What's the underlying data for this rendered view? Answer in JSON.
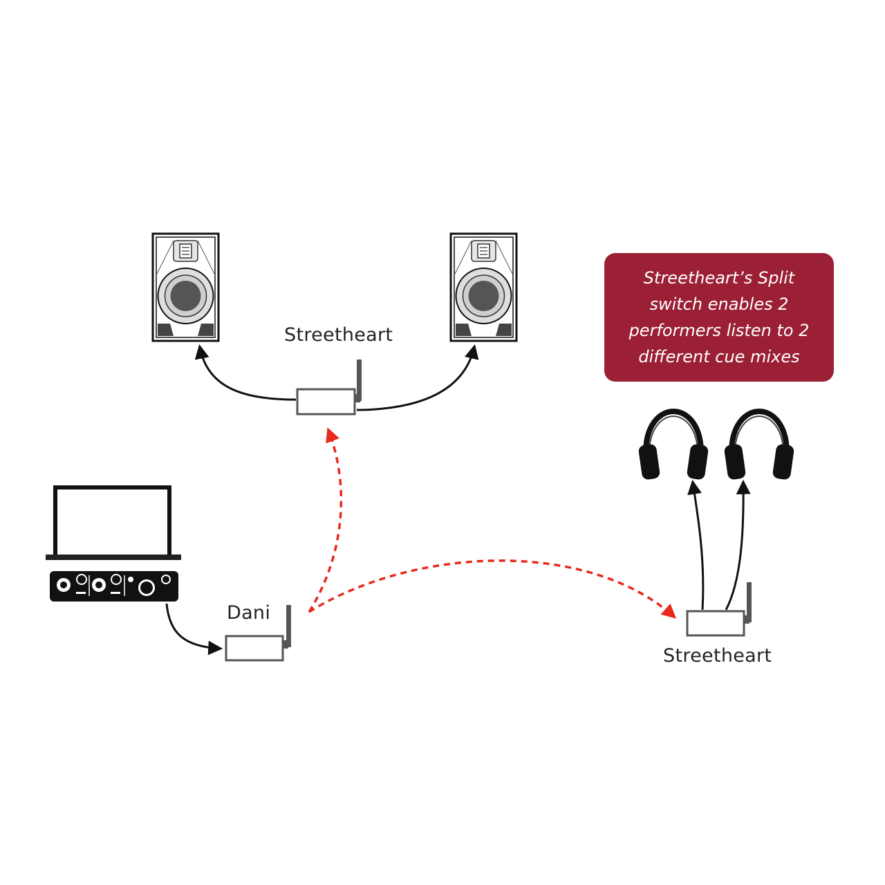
{
  "labels": {
    "top_receiver": "Streetheart",
    "transmitter": "Dani",
    "right_receiver": "Streetheart"
  },
  "callout": {
    "lines": [
      "Streetheart’s Split",
      "switch enables 2",
      "performers listen to 2",
      "different cue mixes"
    ]
  },
  "icons": {
    "speakers": "studio-monitor-icon",
    "headphones": "headphones-icon",
    "computer": "laptop-icon",
    "interface": "audio-interface-icon",
    "wireless": "wireless-transceiver-icon"
  },
  "colors": {
    "callout_bg": "#9b1f35",
    "wireless_link": "#e8291c",
    "wired_link": "#111111",
    "device_outline": "#555555",
    "background": "#ffffff"
  }
}
